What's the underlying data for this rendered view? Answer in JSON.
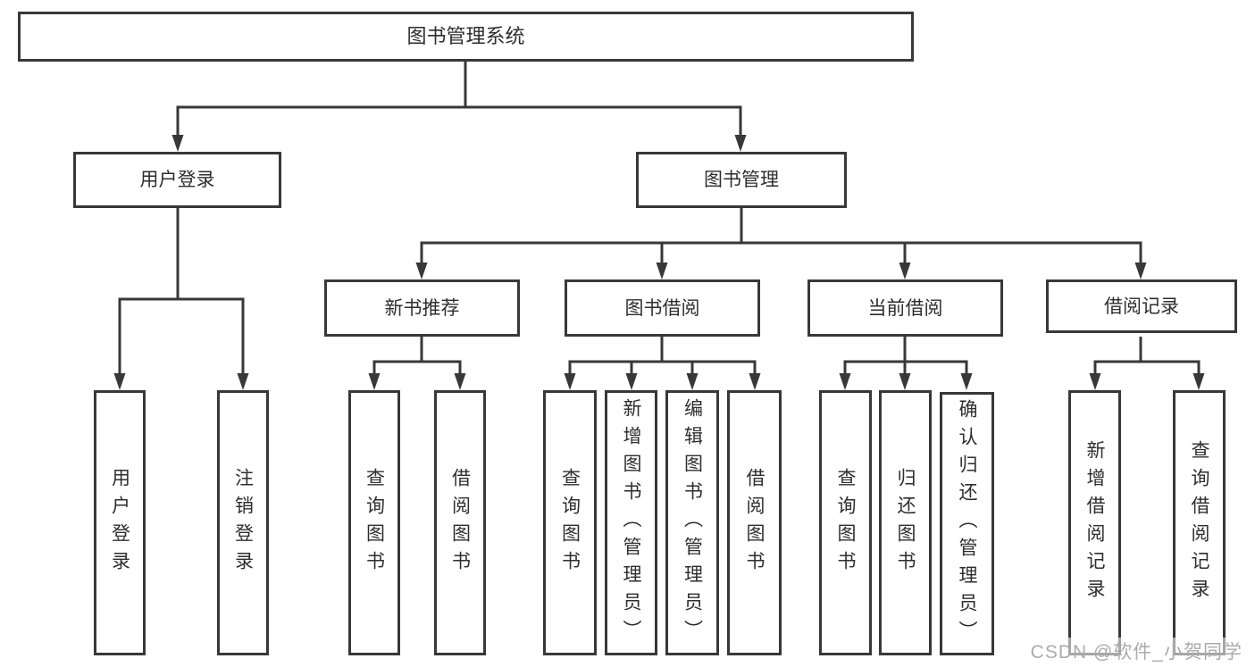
{
  "diagram_type": "hierarchy-tree",
  "tree": {
    "label": "图书管理系统",
    "children": [
      {
        "label": "用户登录",
        "children": [
          {
            "label": "用户登录"
          },
          {
            "label": "注销登录"
          }
        ]
      },
      {
        "label": "图书管理",
        "children": [
          {
            "label": "新书推荐",
            "children": [
              {
                "label": "查询图书"
              },
              {
                "label": "借阅图书"
              }
            ]
          },
          {
            "label": "图书借阅",
            "children": [
              {
                "label": "查询图书"
              },
              {
                "label": "新增图书（管理员）"
              },
              {
                "label": "编辑图书（管理员）"
              },
              {
                "label": "借阅图书"
              }
            ]
          },
          {
            "label": "当前借阅",
            "children": [
              {
                "label": "查询图书"
              },
              {
                "label": "归还图书"
              },
              {
                "label": "确认归还（管理员）"
              }
            ]
          },
          {
            "label": "借阅记录",
            "children": [
              {
                "label": "新增借阅记录"
              },
              {
                "label": "查询借阅记录"
              }
            ]
          }
        ]
      }
    ]
  },
  "watermark": {
    "text": "CSDN @软件_小贺同学"
  },
  "colors": {
    "line": "#383838",
    "box_border": "#383838",
    "box_background": "#ffffff",
    "text": "#2e2e2e",
    "watermark": "#ababab"
  }
}
